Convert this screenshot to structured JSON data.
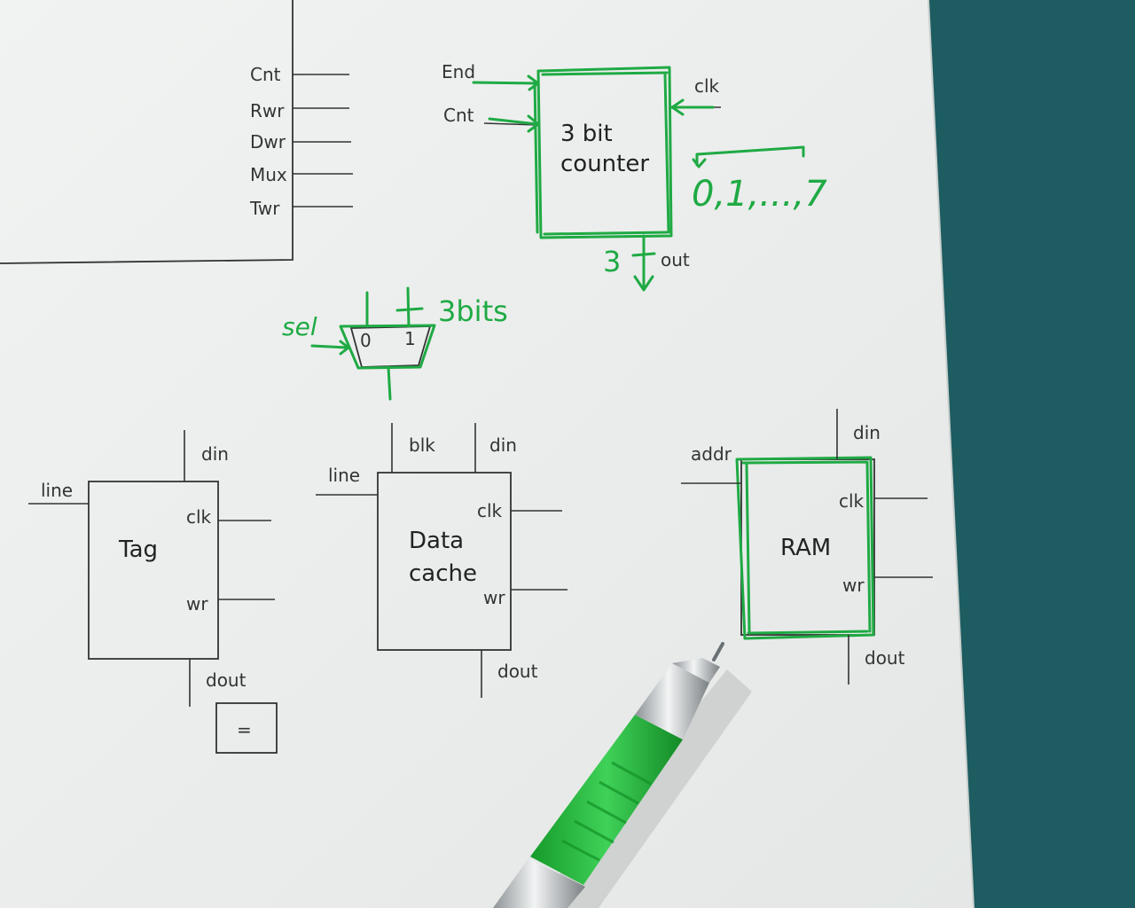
{
  "top_block": {
    "ports": [
      "Cnt",
      "Rwr",
      "Dwr",
      "Mux",
      "Twr"
    ]
  },
  "counter": {
    "title_line1": "3 bit",
    "title_line2": "counter",
    "input_end": "End",
    "input_cnt": "Cnt",
    "clk": "clk",
    "out": "out",
    "width_note": "3",
    "range_note": "0,1,...,7"
  },
  "mux": {
    "sel": "sel",
    "input0": "0",
    "input1": "1",
    "width_note": "3bits"
  },
  "tag": {
    "title": "Tag",
    "line": "line",
    "din": "din",
    "clk": "clk",
    "wr": "wr",
    "dout": "dout",
    "comparator": "="
  },
  "data_cache": {
    "title_line1": "Data",
    "title_line2": "cache",
    "line": "line",
    "blk": "blk",
    "din": "din",
    "clk": "clk",
    "wr": "wr",
    "dout": "dout"
  },
  "ram": {
    "title": "RAM",
    "addr": "addr",
    "din": "din",
    "clk": "clk",
    "wr": "wr",
    "dout": "dout"
  },
  "colors": {
    "paper": "#eef0ef",
    "ink": "#1faa44",
    "background": "#1d5c60",
    "pen_grip": "#27b83a"
  }
}
